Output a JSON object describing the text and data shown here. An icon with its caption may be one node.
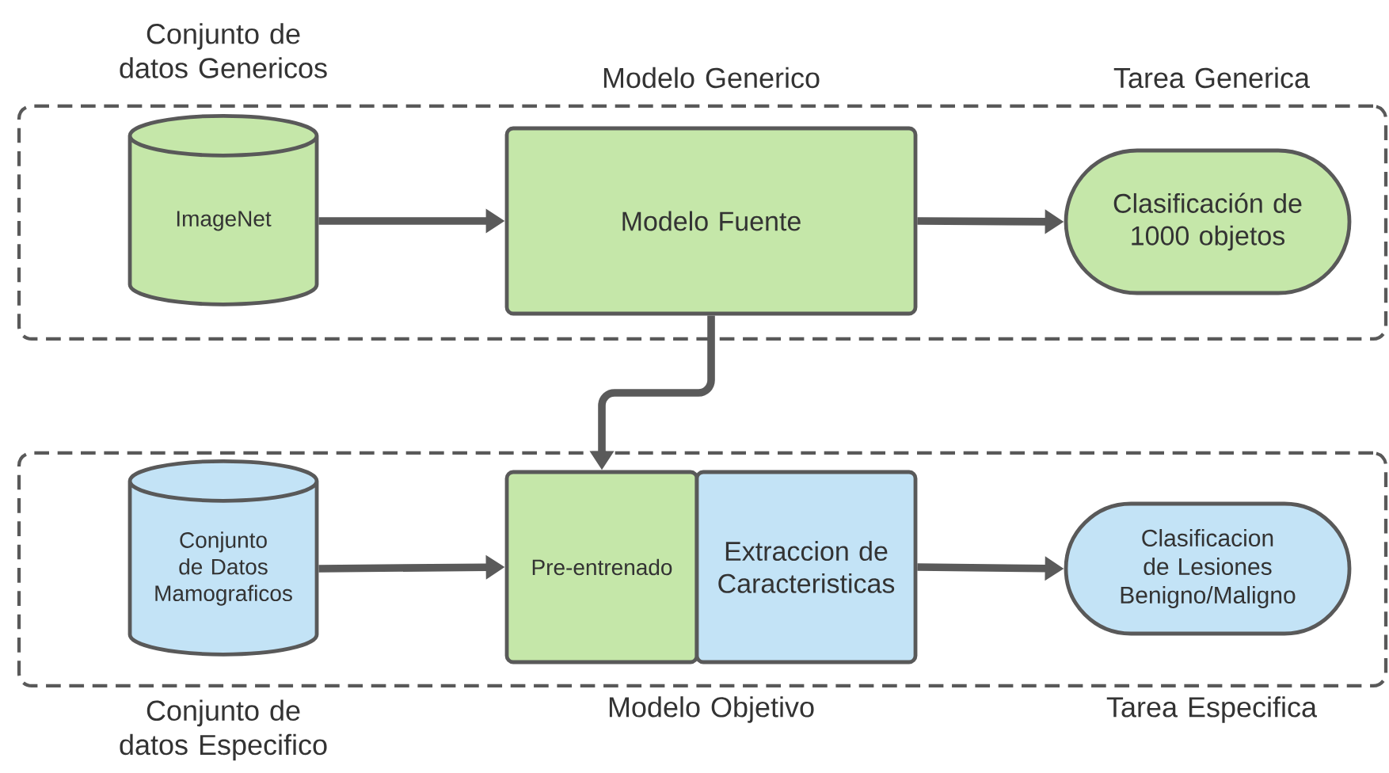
{
  "diagram": {
    "nodes": [
      {
        "text": [],
        "shape": "box"
      },
      {
        "text": [
          "ImageNet"
        ],
        "in": 0
      },
      {
        "text": [
          "Modelo Fuente"
        ],
        "in": 0
      },
      {
        "text": [
          "Clasificación de 1000 objetos"
        ],
        "in": 0
      },
      {
        "text": [],
        "shape": "box"
      },
      {
        "text": [
          "Conjunto de Datos Mamograficos"
        ],
        "in": 4
      },
      {
        "text": [
          "Pre-entrenado"
        ],
        "in": 4
      },
      {
        "text": [
          "Extraccion de Caracteristicas"
        ],
        "in": 4
      },
      {
        "text": [
          "Clasificacion de Lesiones Benigno/Maligno"
        ],
        "in": 4
      }
    ],
    "edges": [
      {
        "from": 1,
        "to": 2,
        "arrow": "to"
      },
      {
        "from": 2,
        "to": 3,
        "arrow": "to"
      },
      {
        "from": 2,
        "to": 6,
        "arrow": "to"
      },
      {
        "from": 5,
        "to": 6,
        "arrow": "to"
      },
      {
        "from": 7,
        "to": 8,
        "arrow": "to"
      }
    ],
    "labels": [
      "Conjunto de datos Genericos",
      "Modelo Generico",
      "Tarea Generica",
      "Conjunto de datos Especifico",
      "Modelo  Objetivo",
      "Tarea Especifica"
    ]
  }
}
